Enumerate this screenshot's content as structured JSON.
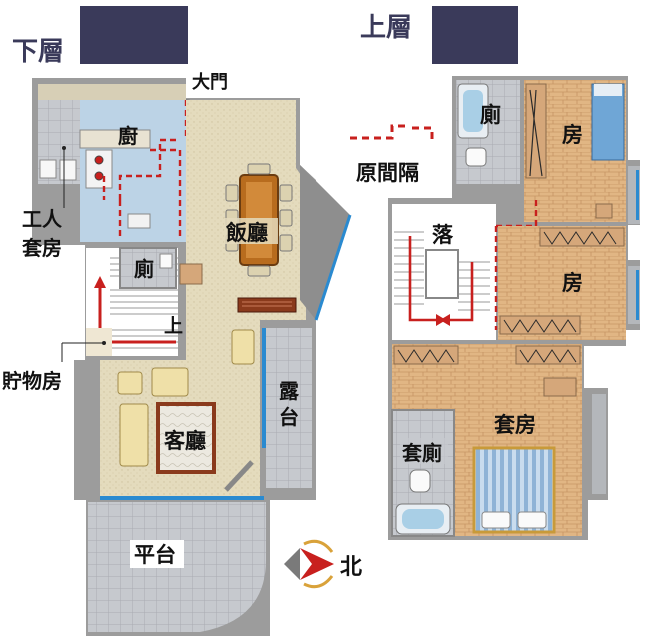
{
  "lower_floor": {
    "title": "下層",
    "labels": {
      "main_door": "大門",
      "kitchen": "廚",
      "worker_line1": "工人",
      "worker_line2": "套房",
      "dining": "飯廳",
      "wc": "廁",
      "up": "上",
      "storage": "貯物房",
      "terrace_top": "露",
      "terrace_bottom": "台",
      "living": "客廳",
      "platform": "平台",
      "north": "北"
    }
  },
  "upper_floor": {
    "title": "上層",
    "labels": {
      "wc": "廁",
      "room1": "房",
      "original_partition": "原間隔",
      "void": "落",
      "room2": "房",
      "master_bedroom": "套房",
      "ensuite": "套廁"
    }
  },
  "colors": {
    "wall": "#9a9a9a",
    "tile": "#c8cbcf",
    "wood": "#e2b98a",
    "living_floor": "#e3d9b8",
    "kitchen_floor": "#bcd3e6",
    "header_block": "#3a3a5a",
    "accent_red": "#c8201e",
    "glass": "#2a8ad0"
  }
}
